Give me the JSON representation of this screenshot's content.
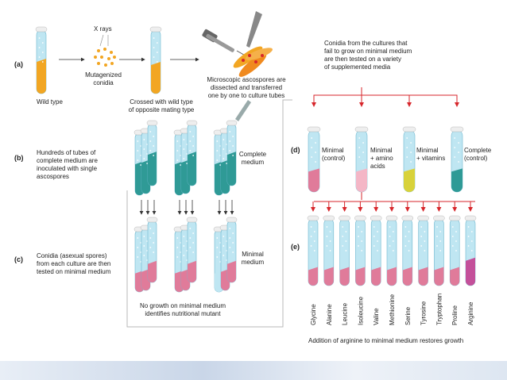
{
  "panels": {
    "a": {
      "label": "(a)",
      "xrays": "X rays",
      "wild_type": "Wild type",
      "mutagenized": [
        "Mutagenized",
        "conidia"
      ],
      "crossed": [
        "Crossed with wild type",
        "of opposite mating type"
      ],
      "ascospores": [
        "Microscopic ascospores are",
        "dissected and transferred",
        "one by one to culture tubes"
      ]
    },
    "b": {
      "label": "(b)",
      "text": [
        "Hundreds of tubes of",
        "complete medium are",
        "inoculated with single",
        "ascospores"
      ],
      "medium": [
        "Complete",
        "medium"
      ]
    },
    "c": {
      "label": "(c)",
      "text": [
        "Conidia (asexual spores)",
        "from each culture are then",
        "tested on minimal medium"
      ],
      "medium": [
        "Minimal",
        "medium"
      ],
      "result": [
        "No growth on minimal medium",
        "identifies nutritional mutant"
      ]
    },
    "d": {
      "label": "(d)",
      "header": [
        "Conidia from the cultures that",
        "fail to grow on minimal medium",
        "are then tested on a variety",
        "of supplemented media"
      ],
      "tubes": [
        {
          "lines": [
            "Minimal",
            "(control)"
          ],
          "color": "#e07b9a"
        },
        {
          "lines": [
            "Minimal",
            "+ amino",
            "acids"
          ],
          "color": "#f4b6c6"
        },
        {
          "lines": [
            "Minimal",
            "+ vitamins"
          ],
          "color": "#d8d23a"
        },
        {
          "lines": [
            "Complete",
            "(control)"
          ],
          "color": "#2f9a96"
        }
      ]
    },
    "e": {
      "label": "(e)",
      "amino_acids": [
        "Glycine",
        "Alanine",
        "Leucine",
        "Isoleucine",
        "Valine",
        "Methionine",
        "Serine",
        "Tyrosine",
        "Tryptophan",
        "Proline",
        "Arginine"
      ],
      "highlight": "Arginine",
      "caption": "Addition of arginine to minimal medium restores growth"
    }
  },
  "colors": {
    "arrow_red": "#d7262b",
    "orange": "#f2a623",
    "teal": "#2f9a96",
    "pink": "#e07b9a",
    "tube_glass": "#bfe6f2",
    "tube_edge": "#6fb7cf"
  }
}
